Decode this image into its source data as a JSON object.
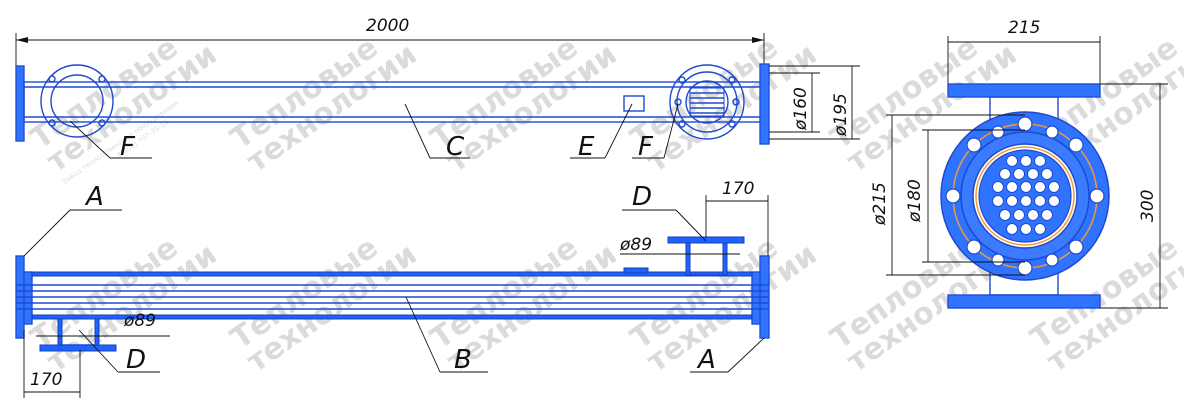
{
  "dimensions": {
    "length": "2000",
    "d160": "ø160",
    "d195": "ø195",
    "width": "215",
    "d215": "ø215",
    "d180": "ø180",
    "height": "300",
    "nozzle_top": "170",
    "nozzle_bottom": "170",
    "d89_top": "ø89",
    "d89_bottom": "ø89"
  },
  "labels": {
    "F_left": "F",
    "C": "C",
    "E": "E",
    "F_right": "F",
    "A_top": "A",
    "D_top": "D",
    "B": "B",
    "D_bottom": "D",
    "A_bottom": "A"
  },
  "watermark": {
    "line1": "Тепловые",
    "line2": "технологии",
    "line3": "Завод теплообменного оборудования",
    "line4": "8(800) 707-75-16"
  },
  "colors": {
    "steel": "#2f73ff",
    "outline": "#1e4ad0",
    "gasket": "#f29a33"
  }
}
